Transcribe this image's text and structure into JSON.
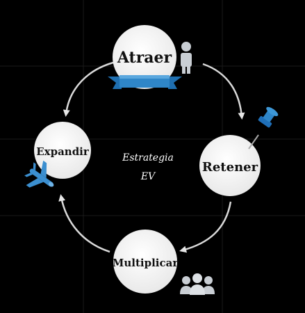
{
  "center": {
    "line1": "Estrategia",
    "line2": "EV"
  },
  "nodes": [
    {
      "id": "atraer",
      "label": "Atraer",
      "icon": "person-icon"
    },
    {
      "id": "retener",
      "label": "Retener",
      "icon": "pushpin-icon"
    },
    {
      "id": "multiplicar",
      "label": "Multiplicar",
      "icon": "group-icon"
    },
    {
      "id": "expandir",
      "label": "Expandir",
      "icon": "airplane-icon"
    }
  ],
  "colors": {
    "background": "#000000",
    "circle": "#ffffff",
    "ribbon": "#2f86c8",
    "pin": "#1f6fb8",
    "airplane": "#3b8fd0",
    "person": "#c9ced4",
    "arrow": "#d9d9d9"
  }
}
